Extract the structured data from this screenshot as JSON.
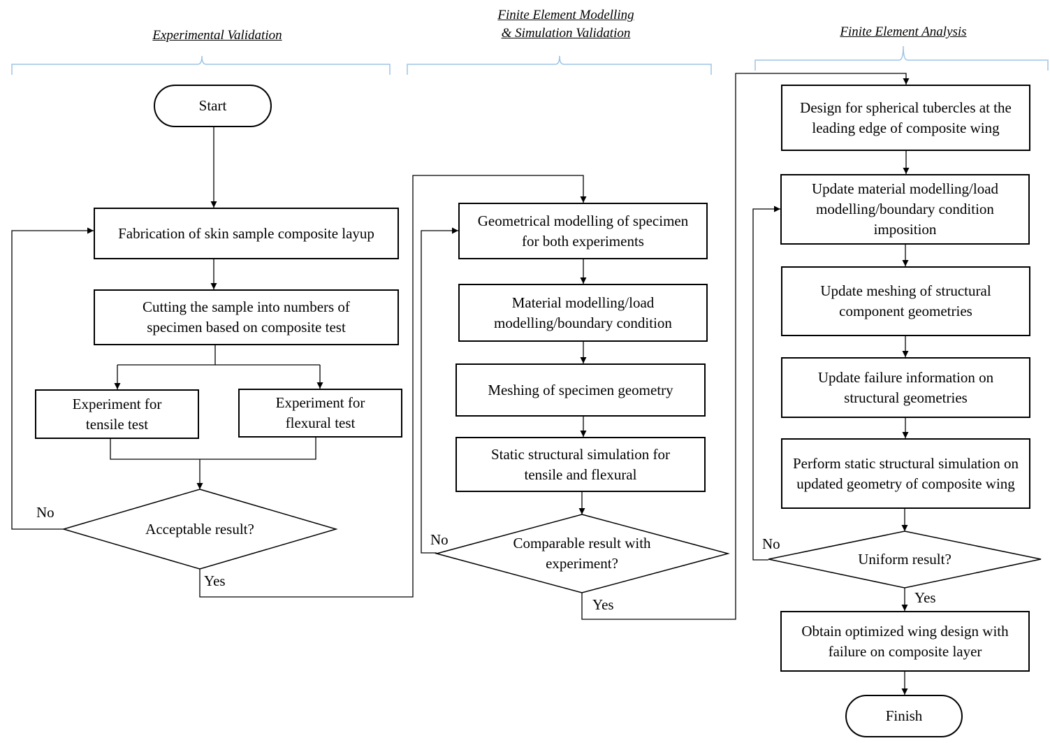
{
  "sections": {
    "experimental": "Experimental Validation",
    "fem_line1": "Finite Element Modelling",
    "fem_line2": "& Simulation Validation",
    "fea": "Finite Element Analysis"
  },
  "col1": {
    "start": "Start",
    "fabrication": "Fabrication of  skin sample composite layup",
    "cutting": "Cutting the sample into numbers of specimen based on composite test",
    "tensile": "Experiment for tensile test",
    "flexural": "Experiment for flexural test",
    "decision": "Acceptable result?",
    "no": "No",
    "yes": "Yes"
  },
  "col2": {
    "geometrical": "Geometrical modelling of specimen for both experiments",
    "material": "Material modelling/load modelling/boundary condition",
    "meshing": "Meshing  of specimen geometry",
    "static": "Static structural simulation for tensile and flexural",
    "decision": "Comparable result with experiment?",
    "no": "No",
    "yes": "Yes"
  },
  "col3": {
    "design": "Design for spherical  tubercles at the leading edge of composite wing",
    "update_material": "Update material modelling/load modelling/boundary condition imposition",
    "update_meshing": "Update meshing of structural component geometries",
    "update_failure": "Update failure information on structural geometries",
    "perform": "Perform static structural simulation on updated geometry of composite wing",
    "decision": "Uniform result?",
    "no": "No",
    "yes": "Yes",
    "obtain": "Obtain optimized wing design with failure on composite layer",
    "finish": "Finish"
  },
  "colors": {
    "bracket": "#9dc3e6",
    "line": "#000000"
  }
}
